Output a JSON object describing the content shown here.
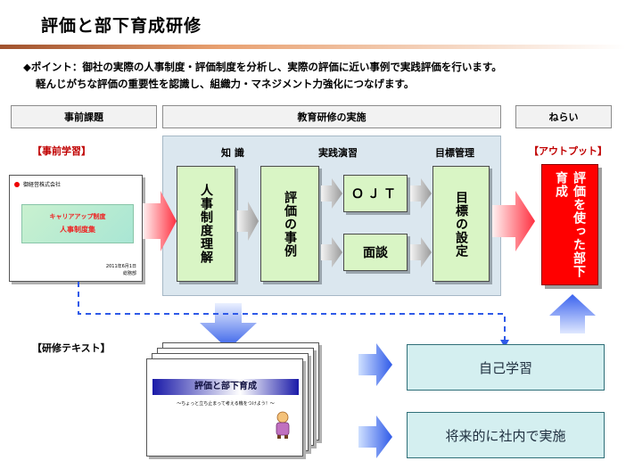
{
  "title": "評価と部下育成研修",
  "point": {
    "line1": "◆ポイント：御社の実際の人事制度・評価制度を分析し、実際の評価に近い事例で実践評価を行います。",
    "line2": "軽んじがちな評価の重要性を認識し、組織力・マネジメント力強化につなげます。"
  },
  "headers": {
    "prework": "事前課題",
    "implementation": "教育研修の実施",
    "aim": "ねらい"
  },
  "labels": {
    "pre_study": "【事前学習】",
    "output": "【アウトプット】",
    "text": "【研修テキスト】"
  },
  "columns": {
    "knowledge": "知 識",
    "practice": "実践演習",
    "goal_mgmt": "目標管理"
  },
  "steps": {
    "hr_system": "人事制度理解",
    "case": "評価の事例",
    "ojt": "ＯＪＴ",
    "interview": "面談",
    "goal_setting": "目標の設定"
  },
  "output_text": "評価を使った部下育成",
  "predoc": {
    "company": "御経営株式会社",
    "banner_line1": "キャリアアップ制度",
    "banner_line2": "人事制度集",
    "date": "2011年6月1日",
    "dept": "総務部"
  },
  "textbook": {
    "title": "評価と部下育成",
    "subtitle": "～ちょっと立ち止まって考える機をつけよう！～"
  },
  "results": {
    "self_study": "自己学習",
    "future": "将来的に社内で実施"
  },
  "colors": {
    "green_box": "#d9f5c5",
    "output_red": "#ff0000",
    "panel": "#dbe7ef",
    "teal_box": "#d4eff0",
    "blue_arrow": "#3355ee"
  }
}
